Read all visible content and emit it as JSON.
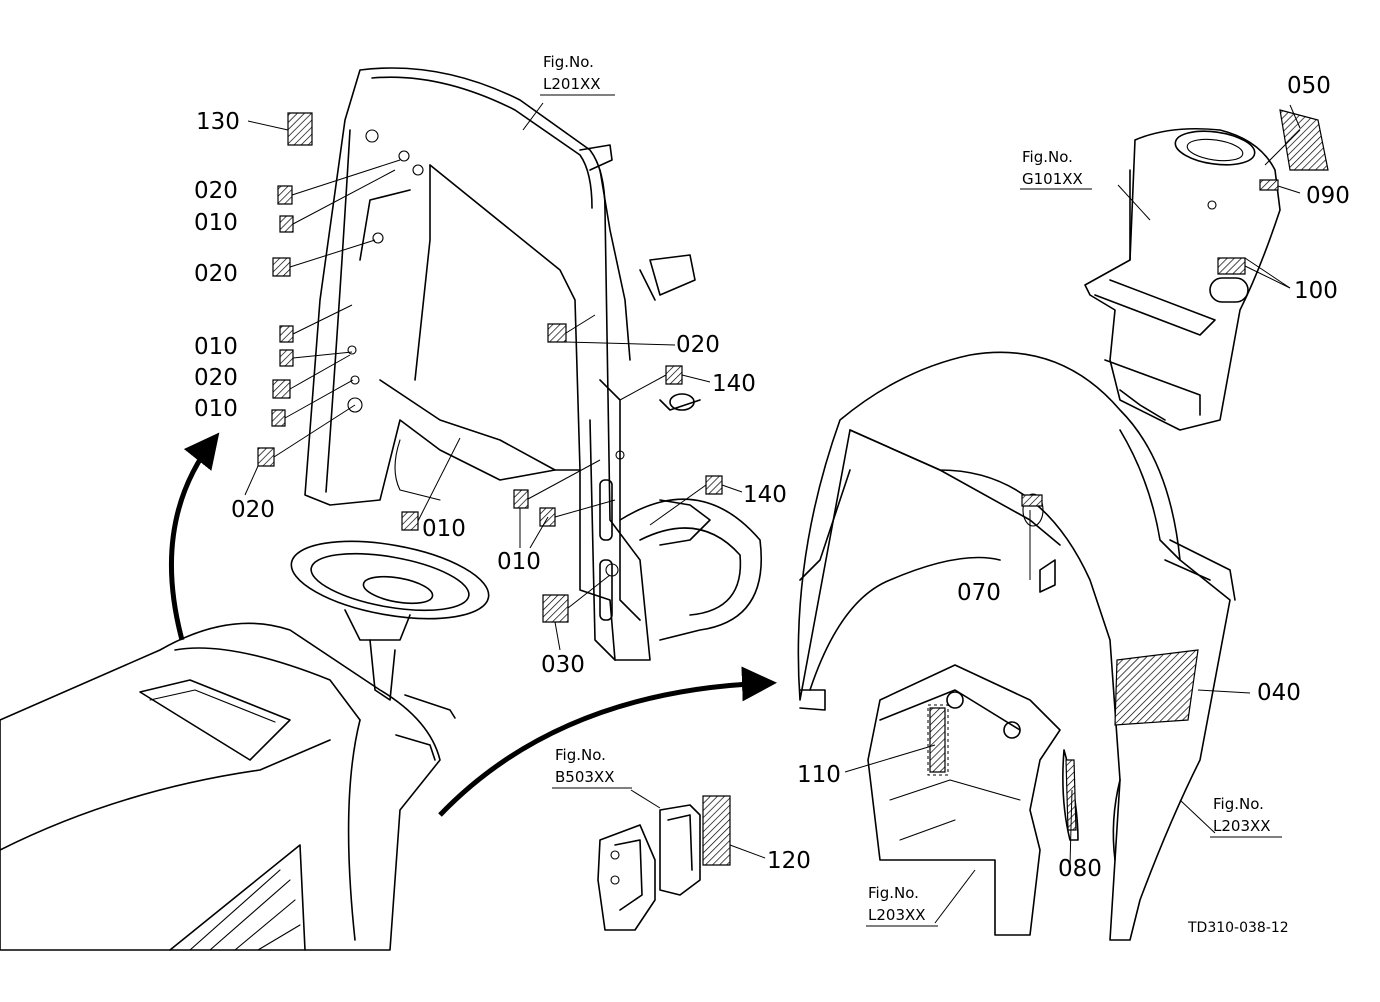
{
  "figure_code": "TD310-038-12",
  "fig_refs": {
    "l201": {
      "line1": "Fig.No.",
      "line2": "L201XX"
    },
    "g101": {
      "line1": "Fig.No.",
      "line2": "G101XX"
    },
    "b503": {
      "line1": "Fig.No.",
      "line2": "B503XX"
    },
    "l203_right": {
      "line1": "Fig.No.",
      "line2": "L203XX"
    },
    "l203_bottom": {
      "line1": "Fig.No.",
      "line2": "L203XX"
    }
  },
  "callouts": {
    "c130": "130",
    "c020_a": "020",
    "c010_a": "010",
    "c020_b": "020",
    "c010_b": "010",
    "c020_c": "020",
    "c010_c": "010",
    "c020_d": "020",
    "c010_d": "010",
    "c010_e": "010",
    "c020_e": "020",
    "c140_a": "140",
    "c140_b": "140",
    "c030": "030",
    "c050": "050",
    "c090": "090",
    "c100": "100",
    "c070": "070",
    "c040": "040",
    "c110": "110",
    "c080": "080",
    "c120": "120"
  }
}
